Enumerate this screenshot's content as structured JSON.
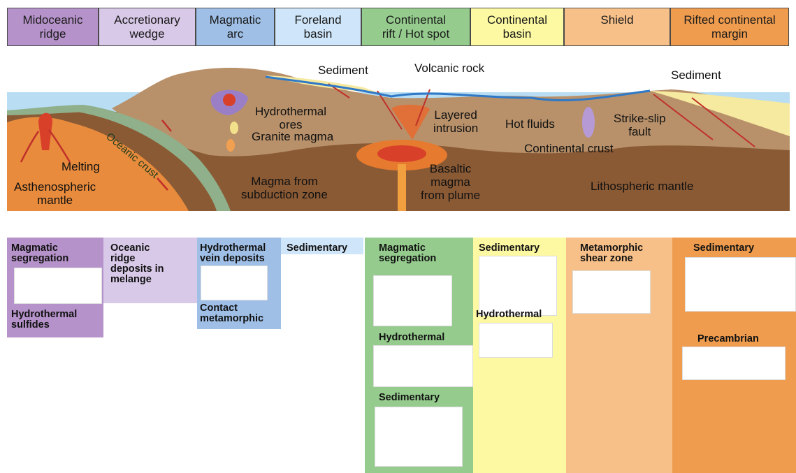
{
  "settings": [
    {
      "label": "Midoceanic\nridge",
      "color": "#b592c9"
    },
    {
      "label": "Accretionary\nwedge",
      "color": "#d8c9e8"
    },
    {
      "label": "Magmatic\narc",
      "color": "#9fbfe6"
    },
    {
      "label": "Foreland\nbasin",
      "color": "#cfe6fa"
    },
    {
      "label": "Continental\nrift / Hot spot",
      "color": "#95cc8e"
    },
    {
      "label": "Continental\nbasin",
      "color": "#fdf9a2"
    },
    {
      "label": "Shield",
      "color": "#f7c089"
    },
    {
      "label": "Rifted continental\nmargin",
      "color": "#ef9c4e"
    }
  ],
  "cross_section_labels": {
    "sediment_left": "Sediment",
    "volcanic_rock": "Volcanic rock",
    "sediment_right": "Sediment",
    "hydrothermal_ores": "Hydrothermal\nores",
    "granite_magma": "Granite magma",
    "layered_intrusion": "Layered\nintrusion",
    "hot_fluids": "Hot fluids",
    "strike_slip_fault": "Strike-slip\nfault",
    "continental_crust": "Continental crust",
    "oceanic_crust": "Oceanic crust",
    "melting": "Melting",
    "asthenospheric_mantle": "Asthenospheric\nmantle",
    "magma_subduction": "Magma from\nsubduction zone",
    "basaltic_magma": "Basaltic\nmagma\nfrom plume",
    "lithospheric_mantle": "Lithospheric mantle"
  },
  "deposit_columns": {
    "midoceanic": {
      "t1": "Magmatic\nsegregation",
      "t2": "Hydrothermal\nsulfides"
    },
    "accretionary": {
      "t1": "Oceanic\nridge\ndeposits in\nmelange"
    },
    "magmatic_arc": {
      "t1": "Hydrothermal\nvein deposits",
      "t2": "Contact\nmetamorphic"
    },
    "foreland": {
      "t1": "Sedimentary"
    },
    "rift": {
      "t1": "Magmatic\nsegregation",
      "t2": "Hydrothermal",
      "t3": "Sedimentary"
    },
    "continental_basin": {
      "t1": "Sedimentary",
      "t2": "Hydrothermal"
    },
    "shield": {
      "t1": "Metamorphic\nshear zone"
    },
    "rifted_margin": {
      "t1": "Sedimentary",
      "t2": "Precambrian"
    }
  },
  "colors": {
    "mantle_lith": "#8a5a35",
    "crust": "#b8916a",
    "asthenosphere": "#e88b3c",
    "ocean": "#b9ddf3",
    "oceanic_crust": "#8fb08a",
    "magma": "#d8402a"
  }
}
